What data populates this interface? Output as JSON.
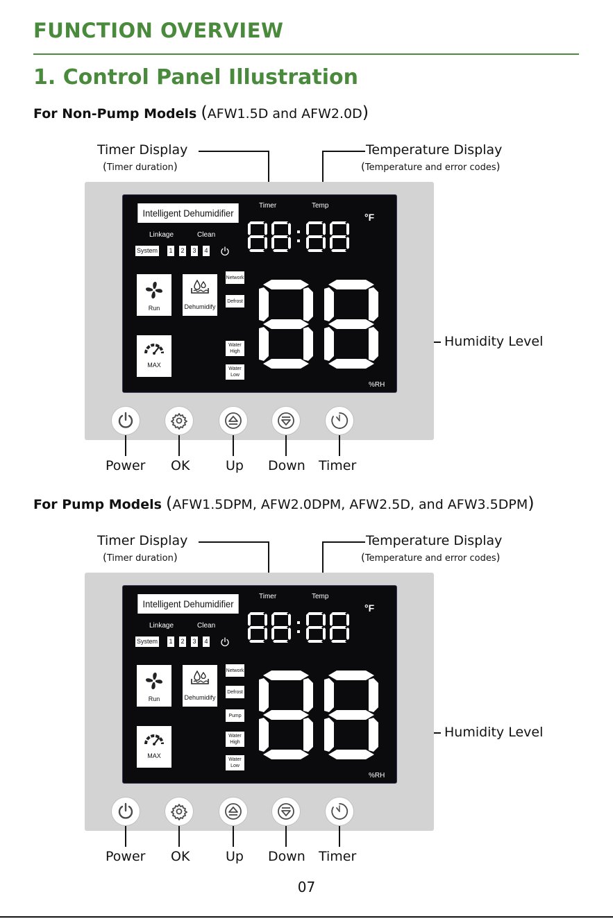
{
  "header": {
    "title": "FUNCTION OVERVIEW",
    "section_title": "1. Control Panel Illustration"
  },
  "non_pump": {
    "subhead_bold": "For Non-Pump Models",
    "subhead_models": "AFW1.5D and AFW2.0D",
    "timer_display_label": "Timer Display",
    "timer_display_sub": "Timer duration",
    "temp_display_label": "Temperature Display",
    "temp_display_sub": "Temperature and error codes",
    "humidity_label": "Humidity Level",
    "lcd": {
      "title": "Intelligent Dehumidifier",
      "timer": "Timer",
      "temp": "Temp",
      "unit_f": "°F",
      "linkage": "Linkage",
      "clean": "Clean",
      "system": "System",
      "nums": [
        "1",
        "2",
        "3",
        "4"
      ],
      "run": "Run",
      "dehumidify": "Dehumidify",
      "max": "MAX",
      "indicators": [
        [
          "Network"
        ],
        [
          "Defrost"
        ],
        [
          "Water",
          "High"
        ],
        [
          "Water",
          "Low"
        ]
      ],
      "rh": "%RH"
    },
    "buttons": [
      "Power",
      "OK",
      "Up",
      "Down",
      "Timer"
    ]
  },
  "pump": {
    "subhead_bold": "For Pump Models",
    "subhead_models": "AFW1.5DPM, AFW2.0DPM, AFW2.5D, and AFW3.5DPM",
    "timer_display_label": "Timer Display",
    "timer_display_sub": "Timer duration",
    "temp_display_label": "Temperature Display",
    "temp_display_sub": "Temperature and error codes",
    "humidity_label": "Humidity Level",
    "lcd": {
      "title": "Intelligent Dehumidifier",
      "timer": "Timer",
      "temp": "Temp",
      "unit_f": "°F",
      "linkage": "Linkage",
      "clean": "Clean",
      "system": "System",
      "nums": [
        "1",
        "2",
        "3",
        "4"
      ],
      "run": "Run",
      "dehumidify": "Dehumidify",
      "max": "MAX",
      "indicators": [
        [
          "Network"
        ],
        [
          "Defrost"
        ],
        [
          "Pump"
        ],
        [
          "Water",
          "High"
        ],
        [
          "Water",
          "Low"
        ]
      ],
      "rh": "%RH"
    },
    "buttons": [
      "Power",
      "OK",
      "Up",
      "Down",
      "Timer"
    ]
  },
  "footer": {
    "page_number": "07"
  },
  "colors": {
    "accent": "#4a8a3c",
    "panel": "#d3d3d3",
    "lcd": "#0b0b0d"
  },
  "icons": [
    "fan-icon",
    "dehumidify-icon",
    "gauge-icon",
    "power-icon",
    "gear-icon",
    "up-icon",
    "down-icon",
    "timer-icon",
    "standby-icon"
  ]
}
